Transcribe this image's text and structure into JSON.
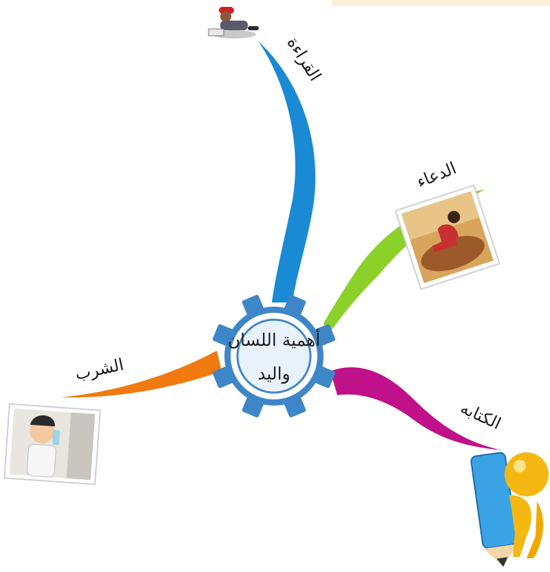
{
  "center": {
    "line1": "أهمية اللسان",
    "line2": "واليد",
    "gear_color": "#3f86c8",
    "inner_color": "#e8f2fb"
  },
  "branches": [
    {
      "id": "reading",
      "label": "القراءة",
      "color": "#1a8ad4",
      "icon": "reader-figure-icon"
    },
    {
      "id": "prayer",
      "label": "الدعاء",
      "color": "#8cd02a",
      "icon": "praying-woman-picture"
    },
    {
      "id": "drinking",
      "label": "الشرب",
      "color": "#f07a10",
      "icon": "boy-drinking-picture"
    },
    {
      "id": "writing",
      "label": "الكتابه",
      "color": "#c0108a",
      "icon": "figure-with-pencil-icon"
    }
  ],
  "top_bar_color": "#fbf1d8"
}
